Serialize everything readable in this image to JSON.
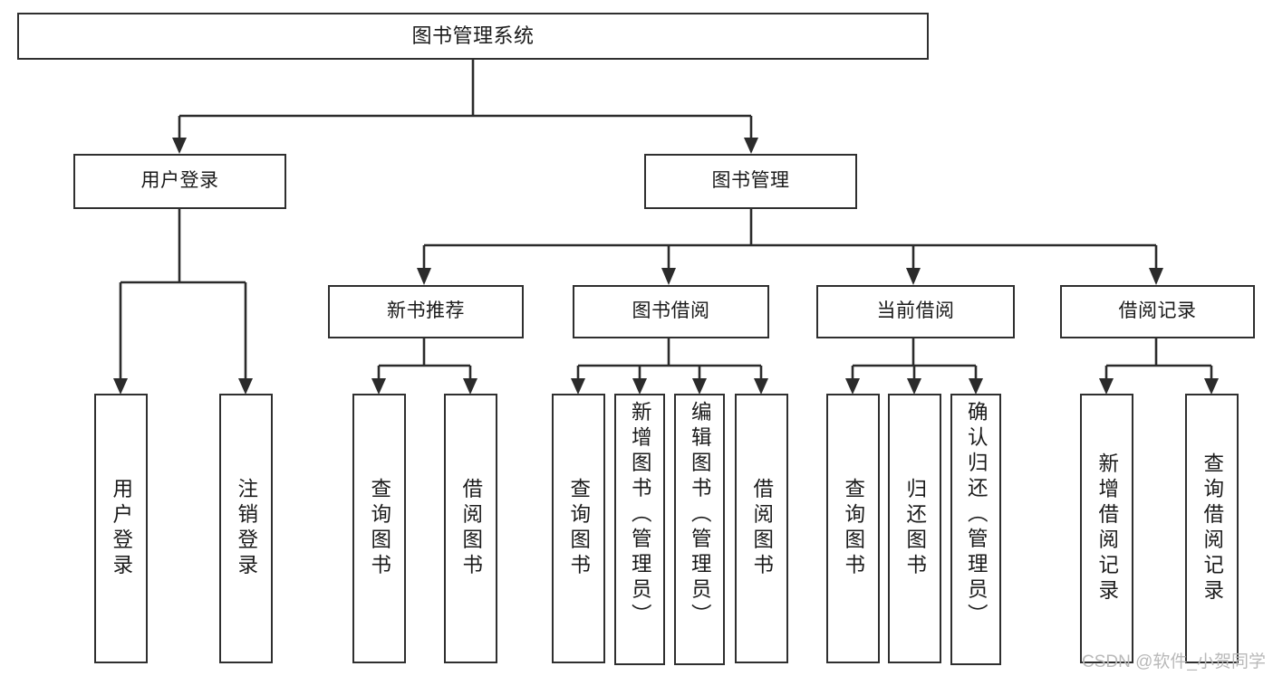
{
  "diagram": {
    "title": "图书管理系统",
    "type": "tree",
    "orientation": "top-down",
    "colors": {
      "stroke": "#2f2f2f",
      "fill": "#ffffff",
      "text": "#1a1a1a",
      "watermark": "#b9b9b9"
    }
  },
  "root": {
    "label": "图书管理系统"
  },
  "level2": [
    {
      "label": "用户登录"
    },
    {
      "label": "图书管理"
    }
  ],
  "level3": [
    {
      "label": "新书推荐"
    },
    {
      "label": "图书借阅"
    },
    {
      "label": "当前借阅"
    },
    {
      "label": "借阅记录"
    }
  ],
  "leaves": {
    "user_login": [
      {
        "label": "用户登录"
      },
      {
        "label": "注销登录"
      }
    ],
    "new_book_recommend": [
      {
        "label": "查询图书"
      },
      {
        "label": "借阅图书"
      }
    ],
    "book_borrow": [
      {
        "label": "查询图书"
      },
      {
        "label": "新增图书（管理员）"
      },
      {
        "label": "编辑图书（管理员）"
      },
      {
        "label": "借阅图书"
      }
    ],
    "current_borrow": [
      {
        "label": "查询图书"
      },
      {
        "label": "归还图书"
      },
      {
        "label": "确认归还（管理员）"
      }
    ],
    "borrow_record": [
      {
        "label": "新增借阅记录"
      },
      {
        "label": "查询借阅记录"
      }
    ]
  },
  "watermark": {
    "text": "CSDN @软件_小贺同学"
  }
}
